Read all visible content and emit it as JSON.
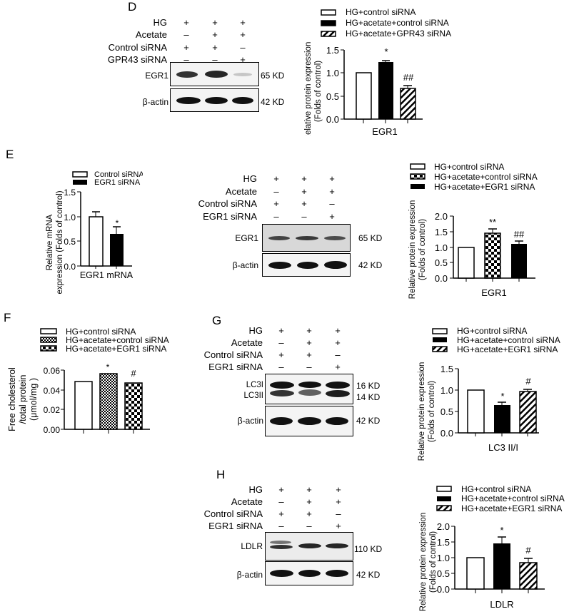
{
  "panels": {
    "D": {
      "letter": "D",
      "conditions": [
        {
          "label": "HG",
          "signs": [
            "+",
            "+",
            "+"
          ]
        },
        {
          "label": "Acetate",
          "signs": [
            "–",
            "+",
            "+"
          ]
        },
        {
          "label": "Control siRNA",
          "signs": [
            "+",
            "+",
            "–"
          ]
        },
        {
          "label": "GPR43 siRNA",
          "signs": [
            "–",
            "–",
            "+"
          ]
        }
      ],
      "blots": [
        {
          "label": "EGR1",
          "kd": "65 KD"
        },
        {
          "label": "β-actin",
          "kd": "42 KD"
        }
      ]
    },
    "E": {
      "letter": "E",
      "conditions": [
        {
          "label": "HG",
          "signs": [
            "+",
            "+",
            "+"
          ]
        },
        {
          "label": "Acetate",
          "signs": [
            "–",
            "+",
            "+"
          ]
        },
        {
          "label": "Control siRNA",
          "signs": [
            "+",
            "+",
            "–"
          ]
        },
        {
          "label": "EGR1 siRNA",
          "signs": [
            "–",
            "–",
            "+"
          ]
        }
      ],
      "blots": [
        {
          "label": "EGR1",
          "kd": "65 KD"
        },
        {
          "label": "β-actin",
          "kd": "42 KD"
        }
      ]
    },
    "F": {
      "letter": "F"
    },
    "G": {
      "letter": "G",
      "conditions": [
        {
          "label": "HG",
          "signs": [
            "+",
            "+",
            "+"
          ]
        },
        {
          "label": "Acetate",
          "signs": [
            "–",
            "+",
            "+"
          ]
        },
        {
          "label": "Control siRNA",
          "signs": [
            "+",
            "+",
            "–"
          ]
        },
        {
          "label": "EGR1 siRNA",
          "signs": [
            "–",
            "–",
            "+"
          ]
        }
      ],
      "blots": [
        {
          "label": "LC3I",
          "label2": "LC3II",
          "kd": "16 KD",
          "kd2": "14 KD"
        },
        {
          "label": "β-actin",
          "kd": "42 KD"
        }
      ]
    },
    "H": {
      "letter": "H",
      "conditions": [
        {
          "label": "HG",
          "signs": [
            "+",
            "+",
            "+"
          ]
        },
        {
          "label": "Acetate",
          "signs": [
            "–",
            "+",
            "+"
          ]
        },
        {
          "label": "Control siRNA",
          "signs": [
            "+",
            "+",
            "–"
          ]
        },
        {
          "label": "EGR1 siRNA",
          "signs": [
            "–",
            "–",
            "+"
          ]
        }
      ],
      "blots": [
        {
          "label": "LDLR",
          "kd": "110 KD"
        },
        {
          "label": "β-actin",
          "kd": "42 KD"
        }
      ]
    }
  },
  "chart_data": [
    {
      "id": "D-bar",
      "type": "bar",
      "title": "",
      "xlabel": "EGR1",
      "ylabel": "Relative protein expression (Folds of control)",
      "ylim": [
        0,
        1.5
      ],
      "yticks": [
        "0.0",
        "0.5",
        "1.0",
        "1.5"
      ],
      "categories": [
        "EGR1"
      ],
      "series": [
        {
          "name": "HG+control siRNA",
          "pattern": "white",
          "values": [
            1.0
          ],
          "error": [
            0
          ],
          "annotation": ""
        },
        {
          "name": "HG+acetate+control siRNA",
          "pattern": "black",
          "values": [
            1.24
          ],
          "error": [
            0.03
          ],
          "annotation": "*"
        },
        {
          "name": "HG+acetate+GPR43 siRNA",
          "pattern": "hatch",
          "values": [
            0.67
          ],
          "error": [
            0.06
          ],
          "annotation": "##"
        }
      ],
      "legend_position": "top"
    },
    {
      "id": "E-mrna",
      "type": "bar",
      "title": "",
      "xlabel": "EGR1 mRNA",
      "ylabel": "Relative mRNA expression (Folds of control)",
      "ylim": [
        0,
        1.5
      ],
      "yticks": [
        "0.0",
        "0.5",
        "1.0",
        "1.5"
      ],
      "categories": [
        "EGR1 mRNA"
      ],
      "series": [
        {
          "name": "Control siRNA",
          "pattern": "white",
          "values": [
            0.99
          ],
          "error": [
            0.09
          ],
          "annotation": ""
        },
        {
          "name": "EGR1 siRNA",
          "pattern": "black",
          "values": [
            0.65
          ],
          "error": [
            0.15
          ],
          "annotation": "*"
        }
      ],
      "legend_position": "top"
    },
    {
      "id": "E-bar",
      "type": "bar",
      "title": "",
      "xlabel": "EGR1",
      "ylabel": "Relative protein expression (Folds of control)",
      "ylim": [
        0,
        2.0
      ],
      "yticks": [
        "0.0",
        "0.5",
        "1.0",
        "1.5",
        "2.0"
      ],
      "categories": [
        "EGR1"
      ],
      "series": [
        {
          "name": "HG+control siRNA",
          "pattern": "white",
          "values": [
            1.0
          ],
          "error": [
            0
          ],
          "annotation": ""
        },
        {
          "name": "HG+acetate+control siRNA",
          "pattern": "checker",
          "values": [
            1.46
          ],
          "error": [
            0.13
          ],
          "annotation": "**"
        },
        {
          "name": "HG+acetate+EGR1 siRNA",
          "pattern": "black",
          "values": [
            1.1
          ],
          "error": [
            0.08
          ],
          "annotation": "##"
        }
      ],
      "legend_position": "top"
    },
    {
      "id": "F-bar",
      "type": "bar",
      "title": "",
      "xlabel": "",
      "ylabel": "Free cholesterol /total protein (μmol/mg )",
      "ylim": [
        0,
        0.06
      ],
      "yticks": [
        "0.00",
        "0.02",
        "0.04",
        "0.06"
      ],
      "categories": [
        ""
      ],
      "series": [
        {
          "name": "HG+control siRNA",
          "pattern": "white",
          "values": [
            0.048
          ],
          "error": [
            0.001
          ],
          "annotation": ""
        },
        {
          "name": "HG+acetate+control siRNA",
          "pattern": "finechecker",
          "values": [
            0.055
          ],
          "error": [
            0.001
          ],
          "annotation": "*"
        },
        {
          "name": "HG+acetate+EGR1 siRNA",
          "pattern": "checker",
          "values": [
            0.046
          ],
          "error": [
            0.001
          ],
          "annotation": "#"
        }
      ],
      "legend_position": "top"
    },
    {
      "id": "G-bar",
      "type": "bar",
      "title": "",
      "xlabel": "LC3 II/I",
      "ylabel": "Relative protein expression (Folds of control)",
      "ylim": [
        0,
        1.5
      ],
      "yticks": [
        "0.0",
        "0.5",
        "1.0",
        "1.5"
      ],
      "categories": [
        "LC3 II/I"
      ],
      "series": [
        {
          "name": "HG+control siRNA",
          "pattern": "white",
          "values": [
            1.0
          ],
          "error": [
            0
          ],
          "annotation": ""
        },
        {
          "name": "HG+acetate+control siRNA",
          "pattern": "black",
          "values": [
            0.65
          ],
          "error": [
            0.05
          ],
          "annotation": "*"
        },
        {
          "name": "HG+acetate+EGR1 siRNA",
          "pattern": "hatch",
          "values": [
            0.97
          ],
          "error": [
            0.03
          ],
          "annotation": "#"
        }
      ],
      "legend_position": "top"
    },
    {
      "id": "H-bar",
      "type": "bar",
      "title": "",
      "xlabel": "LDLR",
      "ylabel": "Relative protein expression (Folds of control)",
      "ylim": [
        0,
        2.0
      ],
      "yticks": [
        "0.0",
        "0.5",
        "1.0",
        "1.5",
        "2.0"
      ],
      "categories": [
        "LDLR"
      ],
      "series": [
        {
          "name": "HG+control siRNA",
          "pattern": "white",
          "values": [
            1.0
          ],
          "error": [
            0
          ],
          "annotation": ""
        },
        {
          "name": "HG+acetate+control siRNA",
          "pattern": "black",
          "values": [
            1.45
          ],
          "error": [
            0.2
          ],
          "annotation": "*"
        },
        {
          "name": "HG+acetate+EGR1 siRNA",
          "pattern": "hatch",
          "values": [
            0.85
          ],
          "error": [
            0.15
          ],
          "annotation": "#"
        }
      ],
      "legend_position": "top"
    }
  ]
}
